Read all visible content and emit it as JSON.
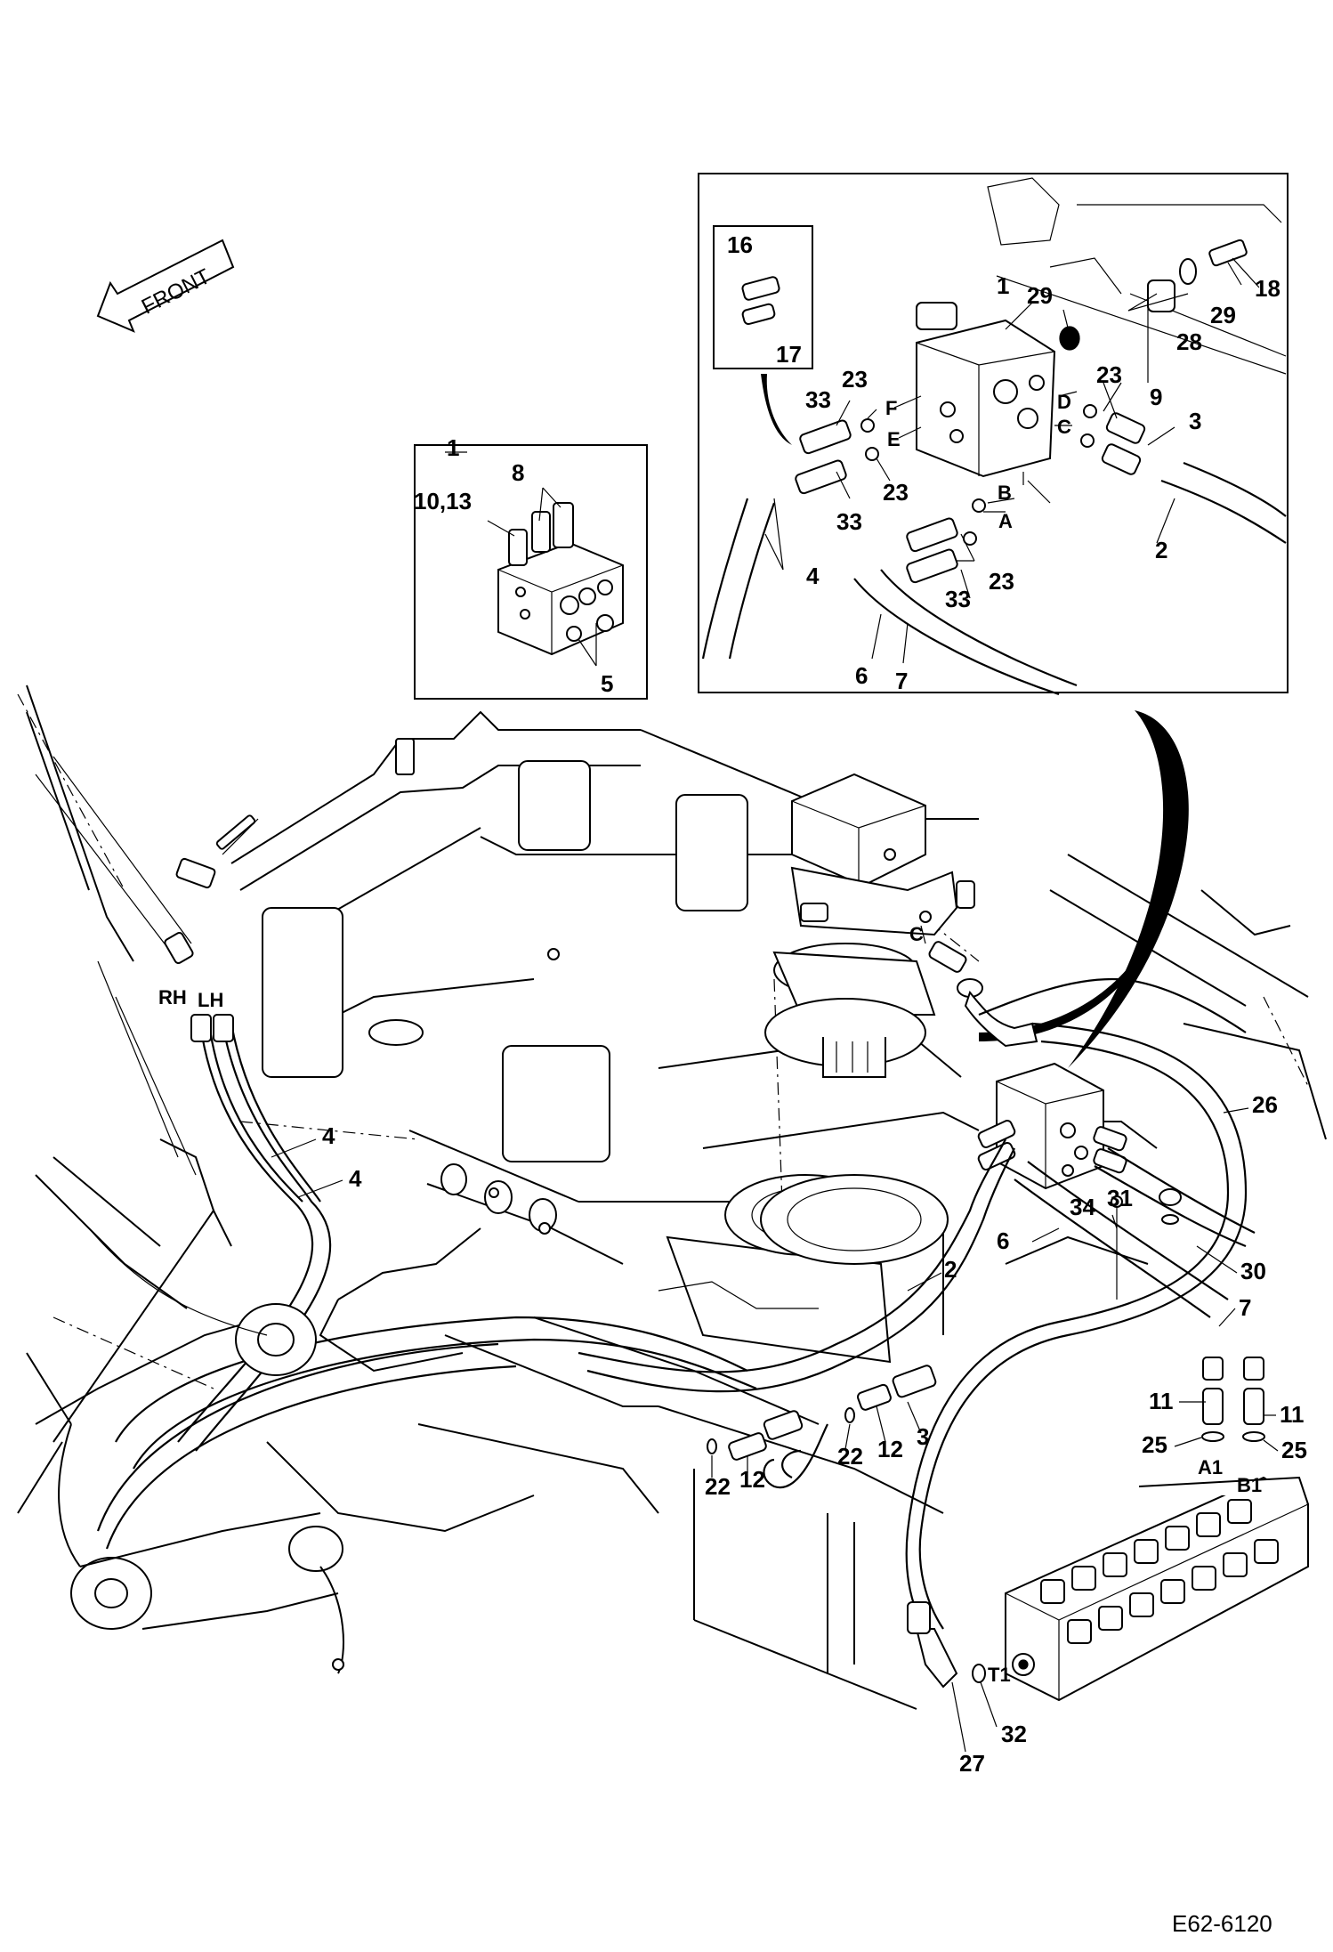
{
  "drawing_code": "E62-6120",
  "front_label": "FRONT",
  "side_labels": {
    "rh": "RH",
    "lh": "LH"
  },
  "callouts": {
    "c1a": "1",
    "c1b": "1",
    "c2a": "2",
    "c2b": "2",
    "c3a": "3",
    "c3b": "3",
    "c4a": "4",
    "c4b": "4",
    "c4c": "4",
    "c5": "5",
    "c6a": "6",
    "c6b": "6",
    "c7a": "7",
    "c7b": "7",
    "c8": "8",
    "c9": "9",
    "c1013": "10,13",
    "c11a": "11",
    "c11b": "11",
    "c12a": "12",
    "c12b": "12",
    "c16": "16",
    "c17": "17",
    "c18": "18",
    "c22a": "22",
    "c22b": "22",
    "c23a": "23",
    "c23b": "23",
    "c23c": "23",
    "c23d": "23",
    "c25a": "25",
    "c25b": "25",
    "c26": "26",
    "c27": "27",
    "c28": "28",
    "c29a": "29",
    "c29b": "29",
    "c30": "30",
    "c31": "31",
    "c32": "32",
    "c33a": "33",
    "c33b": "33",
    "c33c": "33",
    "c34": "34"
  },
  "port_labels": {
    "pA": "A",
    "pB": "B",
    "pC": "C",
    "pD": "D",
    "pE": "E",
    "pF": "F",
    "pC2": "C",
    "pA1": "A1",
    "pB1": "B1",
    "pT1": "T1"
  }
}
